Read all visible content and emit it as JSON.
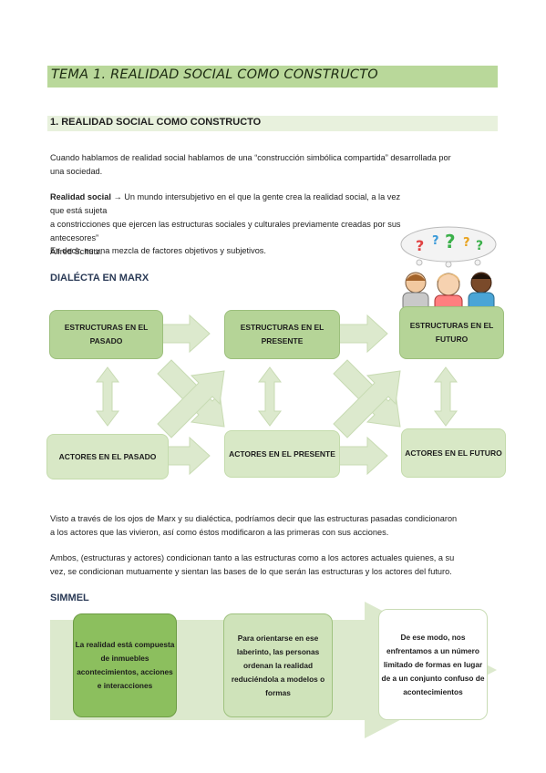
{
  "title": "TEMA 1. REALIDAD SOCIAL COMO CONSTRUCTO",
  "section1": {
    "heading": "1.  REALIDAD SOCIAL COMO CONSTRUCTO",
    "p1_line1": "Cuando hablamos de realidad social hablamos de una “construcción simbólica compartida” desarrollada por",
    "p1_line2": "una sociedad.",
    "p2_term": "Realidad social",
    "p2_line1": " → Un mundo intersubjetivo en el que la gente crea la realidad social, a la vez que está sujeta",
    "p2_line2": "a constricciones que ejercen las estructuras sociales y culturales previamente creadas por sus antecesores”",
    "p2_line3": "Alfred Schutz.",
    "p3": "Es decir, es una mezcla de factores objetivos y subjetivos."
  },
  "marx": {
    "heading": "DIALÉCTA EN MARX",
    "structures_past": "ESTRUCTURAS EN EL PASADO",
    "structures_present": "ESTRUCTURAS EN EL PRESENTE",
    "structures_future": "ESTRUCTURAS EN EL FUTURO",
    "actors_past": "ACTORES EN EL PASADO",
    "actors_present": "ACTORES EN EL PRESENTE",
    "actors_future": "ACTORES EN EL FUTURO",
    "p1_line1": "Visto a través de los ojos de Marx y su dialéctica, podríamos decir que las estructuras pasadas condicionaron",
    "p1_line2": "a los actores que las vivieron, así como éstos modificaron a las primeras con sus acciones.",
    "p2_line1": "Ambos, (estructuras y actores) condicionan tanto a las estructuras como a los actores actuales quienes, a su",
    "p2_line2": "vez, se condicionan mutuamente y sientan las bases de lo que serán las estructuras y los actores del futuro."
  },
  "simmel": {
    "heading": "SIMMEL",
    "box1": "La realidad está compuesta de inmuebles acontecimientos, acciones e interacciones",
    "box2": "Para orientarse en ese laberinto, las personas ordenan la realidad reduciéndola a modelos o formas",
    "box3": "De ese modo, nos enfrentamos a un número limitado de formas en lugar de a un conjunto confuso de acontecimientos"
  },
  "illustration": {
    "icon": "thinking-people-illustration",
    "marks": [
      "?",
      "?",
      "?",
      "?",
      "?"
    ]
  },
  "colors": {
    "title_bar": "#b9d89a",
    "heading_bar": "#e8f1dd",
    "box_green": "#b5d497",
    "box_dark": "#8cbf5e",
    "arrow": "#d9e8c8"
  }
}
